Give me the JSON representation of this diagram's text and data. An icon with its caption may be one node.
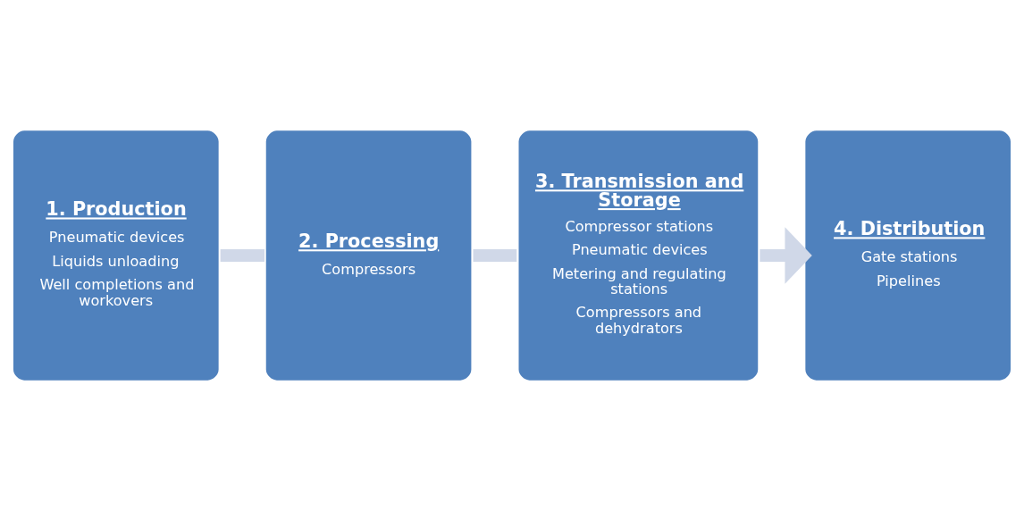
{
  "diagram": {
    "nodes": [
      {
        "text": [
          "1. Production",
          "Pneumatic devices",
          "Liquids unloading",
          "Well completions and workovers"
        ]
      },
      {
        "text": [
          "2. Processing",
          "Compressors"
        ]
      },
      {
        "text": [
          "3. Transmission and Storage",
          "Compressor stations",
          "Pneumatic devices",
          "Metering and regulating stations",
          "Compressors and dehydrators"
        ]
      },
      {
        "text": [
          "4. Distribution",
          "Gate stations",
          "Pipelines"
        ]
      }
    ],
    "edges": [
      {
        "from": 0,
        "to": 1,
        "arrow": "none"
      },
      {
        "from": 1,
        "to": 2,
        "arrow": "none"
      },
      {
        "from": 2,
        "to": 3,
        "arrow": "to"
      }
    ]
  }
}
